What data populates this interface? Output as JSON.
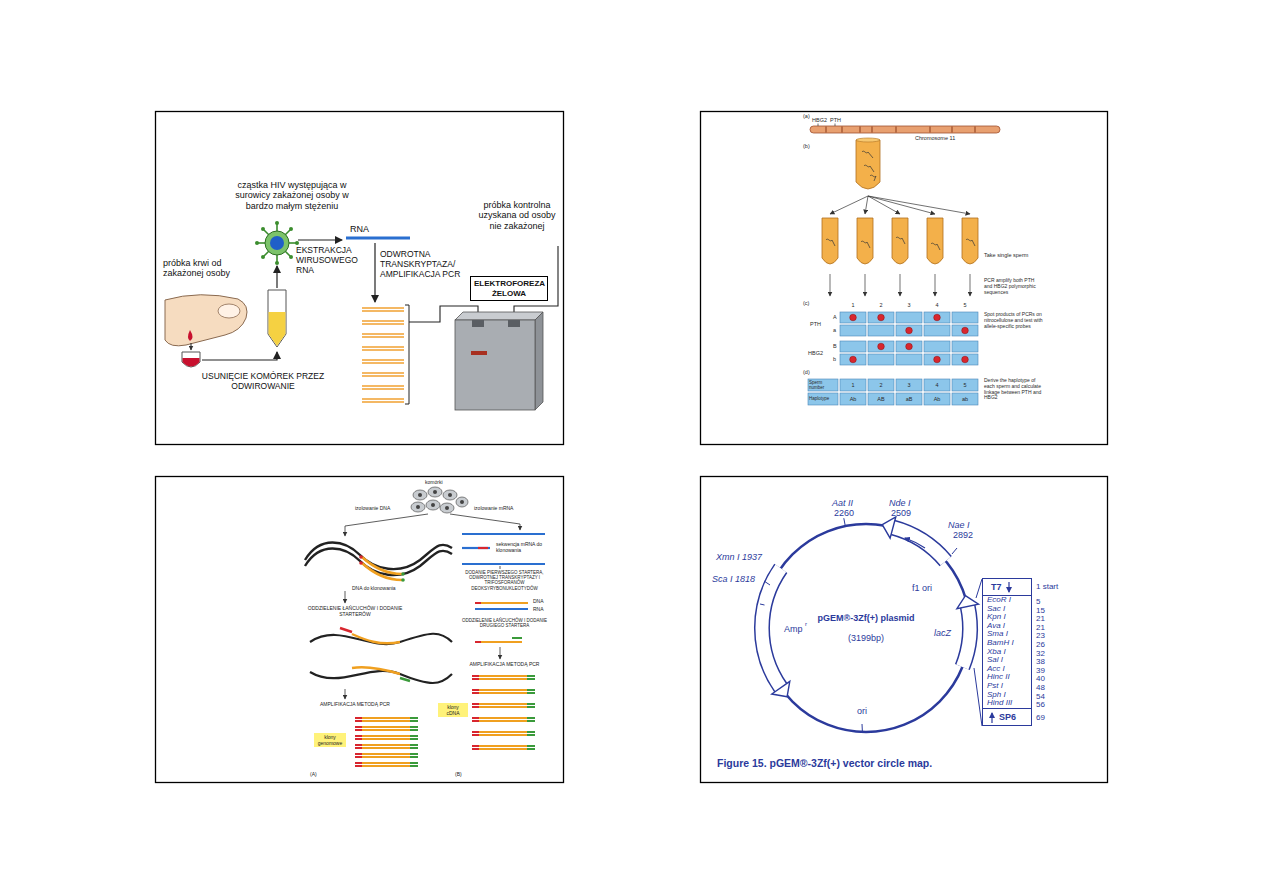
{
  "diagram": {
    "caption": "Figure 15. pGEM®-3Zf(+) vector circle map.",
    "nodes": [
      {
        "text": [
          "ELEKTROFOREZA ŻELOWA"
        ]
      },
      {
        "text": [
          "klony genomowe"
        ]
      },
      {
        "text": [
          "klony cDNA"
        ]
      },
      {
        "text": [
          "T7",
          "EcoR I",
          "Sac I",
          "Kpn I",
          "Ava I",
          "Sma I",
          "BamH I",
          "Xba I",
          "Sal I",
          "Acc I",
          "Hinc II",
          "Pst I",
          "Sph I",
          "Hind III",
          "SP6"
        ]
      }
    ],
    "labels": [
      "cząstka HIV występująca w surowicy zakażonej osoby w bardzo małym stężeniu",
      "próbka krwi od zakażonej osoby",
      "USUNIĘCIE KOMÓREK PRZEZ ODWIROWANIE",
      "EKSTRAKCJA WIRUSOWEGO RNA",
      "RNA",
      "ODWROTNA TRANSKRYPTAZA/ AMPLIFIKACJA PCR",
      "próbka kontrolna uzyskana od osoby nie zakażonej",
      "(a)",
      "HBG2",
      "PTH",
      "Chromosome 11",
      "(b)",
      "Take single sperm",
      "PCR amplify both PTH and HBG2 polymorphic sequences",
      "(c)",
      "1",
      "2",
      "3",
      "4",
      "5",
      "PTH",
      "A",
      "a",
      "HBG2",
      "B",
      "b",
      "Spot products of PCRs on nitrocellulose and test with allele-specific probes",
      "(d)",
      "Sperm number",
      "1",
      "2",
      "3",
      "4",
      "5",
      "Haplotype",
      "Ab",
      "AB",
      "aB",
      "Ab",
      "ab",
      "Derive the haplotype of each sperm and calculate linkage between PTH and HBG2",
      "komórki",
      "izolowanie DNA",
      "izolowanie mRNA",
      "DNA do klonowania",
      "sekwencja mRNA do klonowania",
      "ODDZIELENIE ŁAŃCUCHÓW I DODANIE STARTERÓW",
      "DODANIE PIERWSZEGO STARTERA, ODWROTNEJ TRANSKRYPTAZY I TRIFOSFORANÓW DEOKSYRYBONUKLEOTYDÓW",
      "DNA",
      "RNA",
      "ODDZIELENIE ŁAŃCUCHÓW I DODANIE DRUGIEGO STARTERA",
      "AMPLIFIKACJA METODĄ PCR",
      "AMPLIFIKACJA METODĄ PCR",
      "(A)",
      "(B)",
      "Aat II",
      "2260",
      "Nde I",
      "2509",
      "Nae I",
      "2892",
      "Xmn I 1937",
      "Sca I 1818",
      "f1 ori",
      "Amp",
      "r",
      "pGEM®-3Zf(+) plasmid",
      "(3199bp)",
      "lacZ",
      "ori",
      "1 start",
      "5",
      "15",
      "21",
      "21",
      "23",
      "26",
      "32",
      "38",
      "39",
      "40",
      "48",
      "54",
      "56",
      "69"
    ]
  }
}
